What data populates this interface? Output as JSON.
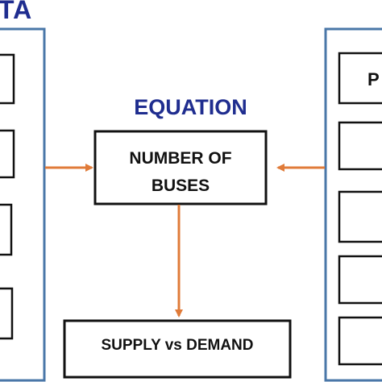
{
  "diagram": {
    "left_panel": {
      "title_fragment": "TA",
      "box_count": 4
    },
    "right_panel": {
      "first_box_fragment": "P",
      "box_count": 5
    },
    "equation": {
      "title": "EQUATION",
      "box_line_1": "NUMBER OF",
      "box_line_2": "BUSES"
    },
    "output": {
      "label": "SUPPLY vs DEMAND"
    },
    "colors": {
      "panel_border": "#4a77a8",
      "title_text": "#1f2d8f",
      "arrow": "#e07b39",
      "box_border": "#111111"
    }
  }
}
